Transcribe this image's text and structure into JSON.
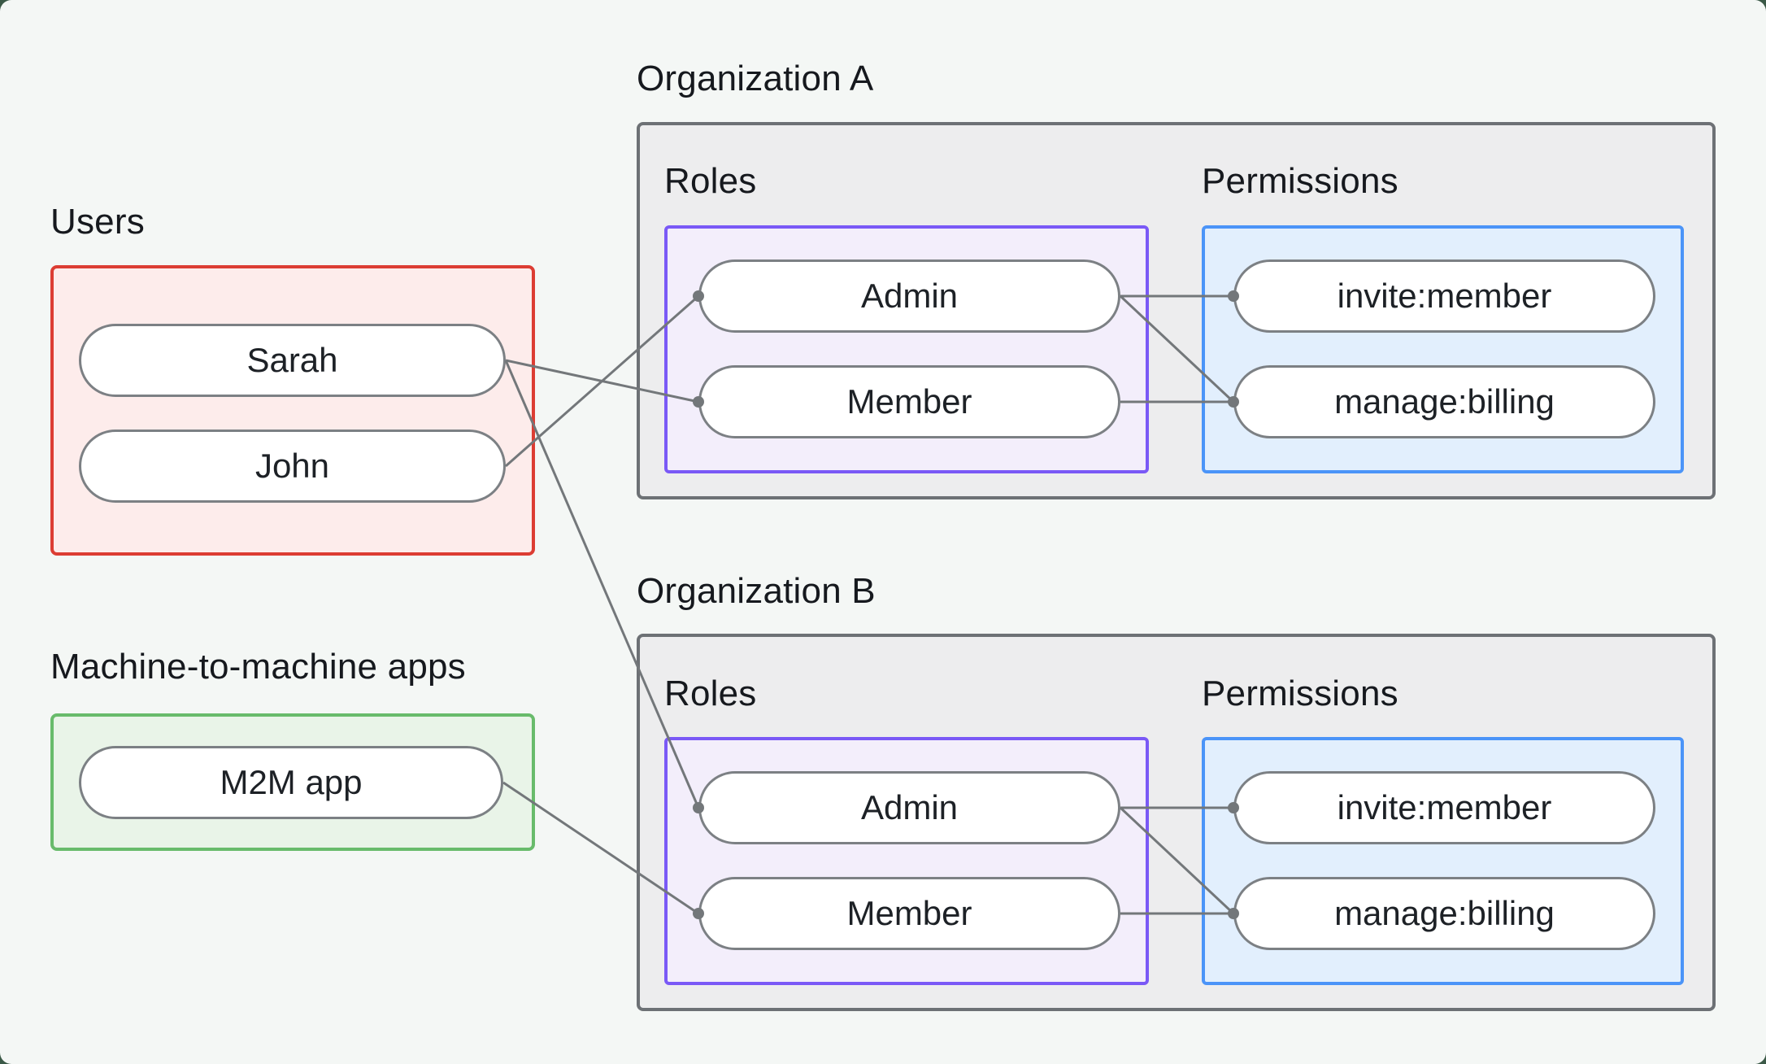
{
  "sections": {
    "users": {
      "label": "Users",
      "nodes": [
        {
          "id": "sarah",
          "label": "Sarah"
        },
        {
          "id": "john",
          "label": "John"
        }
      ]
    },
    "m2m": {
      "label": "Machine-to-machine apps",
      "nodes": [
        {
          "id": "m2m_app",
          "label": "M2M app"
        }
      ]
    },
    "orgA": {
      "label": "Organization A",
      "roles_label": "Roles",
      "permissions_label": "Permissions",
      "roles": [
        {
          "id": "orgA_admin",
          "label": "Admin"
        },
        {
          "id": "orgA_member",
          "label": "Member"
        }
      ],
      "permissions": [
        {
          "id": "orgA_invite",
          "label": "invite:member"
        },
        {
          "id": "orgA_billing",
          "label": "manage:billing"
        }
      ]
    },
    "orgB": {
      "label": "Organization B",
      "roles_label": "Roles",
      "permissions_label": "Permissions",
      "roles": [
        {
          "id": "orgB_admin",
          "label": "Admin"
        },
        {
          "id": "orgB_member",
          "label": "Member"
        }
      ],
      "permissions": [
        {
          "id": "orgB_invite",
          "label": "invite:member"
        },
        {
          "id": "orgB_billing",
          "label": "manage:billing"
        }
      ]
    }
  },
  "edges": [
    {
      "from": "john",
      "to": "orgA_admin"
    },
    {
      "from": "sarah",
      "to": "orgA_member"
    },
    {
      "from": "sarah",
      "to": "orgB_admin"
    },
    {
      "from": "m2m_app",
      "to": "orgB_member"
    },
    {
      "from": "orgA_admin",
      "to": "orgA_invite"
    },
    {
      "from": "orgA_admin",
      "to": "orgA_billing"
    },
    {
      "from": "orgA_member",
      "to": "orgA_billing"
    },
    {
      "from": "orgB_admin",
      "to": "orgB_invite"
    },
    {
      "from": "orgB_admin",
      "to": "orgB_billing"
    },
    {
      "from": "orgB_member",
      "to": "orgB_billing"
    }
  ],
  "colors": {
    "body_bg": "#3b5947",
    "page_bg": "#f4f7f5",
    "text": "#1d2126",
    "org_border": "#6d7175",
    "org_fill": "#ededee",
    "red_border": "#dc3d33",
    "red_fill": "#fdeceb",
    "green_border": "#68bb6b",
    "green_fill": "#e9f4e8",
    "purple_border": "#7a59f6",
    "purple_fill": "#f3eefb",
    "blue_border": "#4b94f8",
    "blue_fill": "#e2effd",
    "pill_border": "#7c8084",
    "edge": "#73777a"
  }
}
